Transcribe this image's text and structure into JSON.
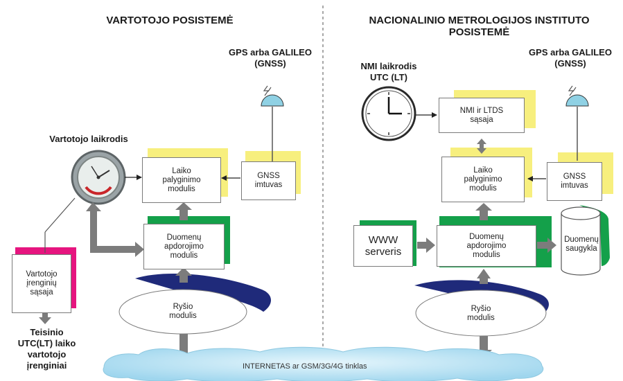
{
  "left": {
    "title": "VARTOTOJO POSISTEMĖ",
    "gnss_source": "GPS arba GALILEO\n(GNSS)",
    "clock_label": "Vartotojo laikrodis",
    "comparison_module": "Laiko\npalyginimo\nmodulis",
    "gnss_receiver": "GNSS\nimtuvas",
    "processing_module": "Duomenų\napdorojimo\nmodulis",
    "device_interface": "Vartotojo\nįrenginių\nsąsaja",
    "comm_module": "Ryšio\nmodulis",
    "devices_label": "Teisinio\nUTC(LT) laiko\nvartotojo\nįrenginiai"
  },
  "right": {
    "title": "NACIONALINIO METROLOGIJOS INSTITUTO\nPOSISTEMĖ",
    "nmi_clock": "NMI laikrodis\nUTC (LT)",
    "gnss_source": "GPS arba GALILEO\n(GNSS)",
    "nmi_interface": "NMI ir LTDS\nsąsaja",
    "comparison_module": "Laiko\npalyginimo\nmodulis",
    "gnss_receiver": "GNSS\nimtuvas",
    "www_server": "WWW\nserveris",
    "processing_module": "Duomenų\napdorojimo\nmodulis",
    "storage": "Duomenų\nsaugykla",
    "comm_module": "Ryšio\nmodulis"
  },
  "network": "INTERNETAS ar GSM/3G/4G tinklas",
  "colors": {
    "yellow": "#f7ef7e",
    "green": "#14a04a",
    "magenta": "#e6157f",
    "navy": "#1f2a7a",
    "arrow_gray": "#7c7c7c",
    "cloud": "#bde4f5",
    "dish": "#8fd1e4"
  }
}
